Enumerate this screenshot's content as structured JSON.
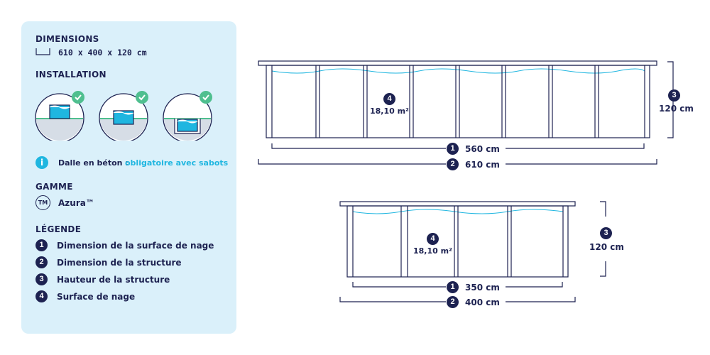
{
  "panel": {
    "dimensions_title": "DIMENSIONS",
    "dimensions_value": "610 x 400 x 120 cm",
    "installation_title": "INSTALLATION",
    "installation_icons": [
      "pool-above-ground-icon",
      "pool-semi-buried-icon",
      "pool-buried-icon"
    ],
    "dalle_label": "Dalle en béton :",
    "dalle_value": "obligatoire avec sabots",
    "gamme_title": "GAMME",
    "gamme_badge": "TM",
    "gamme_value": "Azura™",
    "legende_title": "LÉGENDE",
    "legend": [
      {
        "num": "1",
        "label": "Dimension de la surface de nage"
      },
      {
        "num": "2",
        "label": "Dimension de la structure"
      },
      {
        "num": "3",
        "label": "Hauteur de la structure"
      },
      {
        "num": "4",
        "label": "Surface de nage"
      }
    ],
    "info_icon": "i"
  },
  "top_view": {
    "surface_num": "4",
    "surface_value": "18,10 m²",
    "height_num": "3",
    "height_value": "120 cm",
    "swim_num": "1",
    "swim_value": "560 cm",
    "struct_num": "2",
    "struct_value": "610 cm"
  },
  "side_view": {
    "surface_num": "4",
    "surface_value": "18,10 m²",
    "height_num": "3",
    "height_value": "120 cm",
    "swim_num": "1",
    "swim_value": "350 cm",
    "struct_num": "2",
    "struct_value": "400 cm"
  },
  "colors": {
    "navy": "#1d2251",
    "panel": "#daf0fa",
    "accent": "#1fb6e0",
    "check": "#4fbf8f"
  }
}
